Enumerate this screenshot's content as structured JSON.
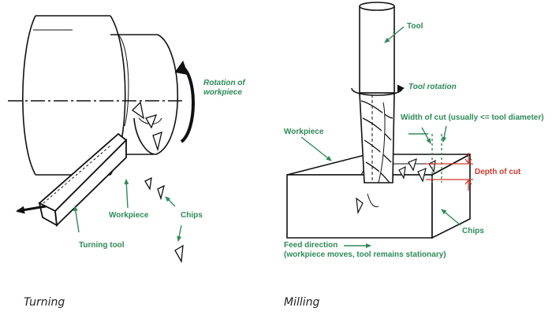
{
  "colors": {
    "label_green": "#2e8b57",
    "depth_red": "#d2382e",
    "ink": "#111111",
    "caption": "#222222"
  },
  "turning": {
    "caption": "Turning",
    "labels": {
      "rotation_line1": "Rotation of",
      "rotation_line2": "workpiece",
      "workpiece": "Workpiece",
      "chips": "Chips",
      "turning_tool": "Turning tool"
    }
  },
  "milling": {
    "caption": "Milling",
    "labels": {
      "tool": "Tool",
      "tool_rotation": "Tool rotation",
      "width_of_cut": "Width of cut (usually <= tool diameter)",
      "workpiece": "Workpiece",
      "depth_of_cut": "Depth of cut",
      "chips": "Chips",
      "feed_line1": "Feed direction",
      "feed_line2": "(workpiece moves, tool remains stationary)"
    }
  }
}
